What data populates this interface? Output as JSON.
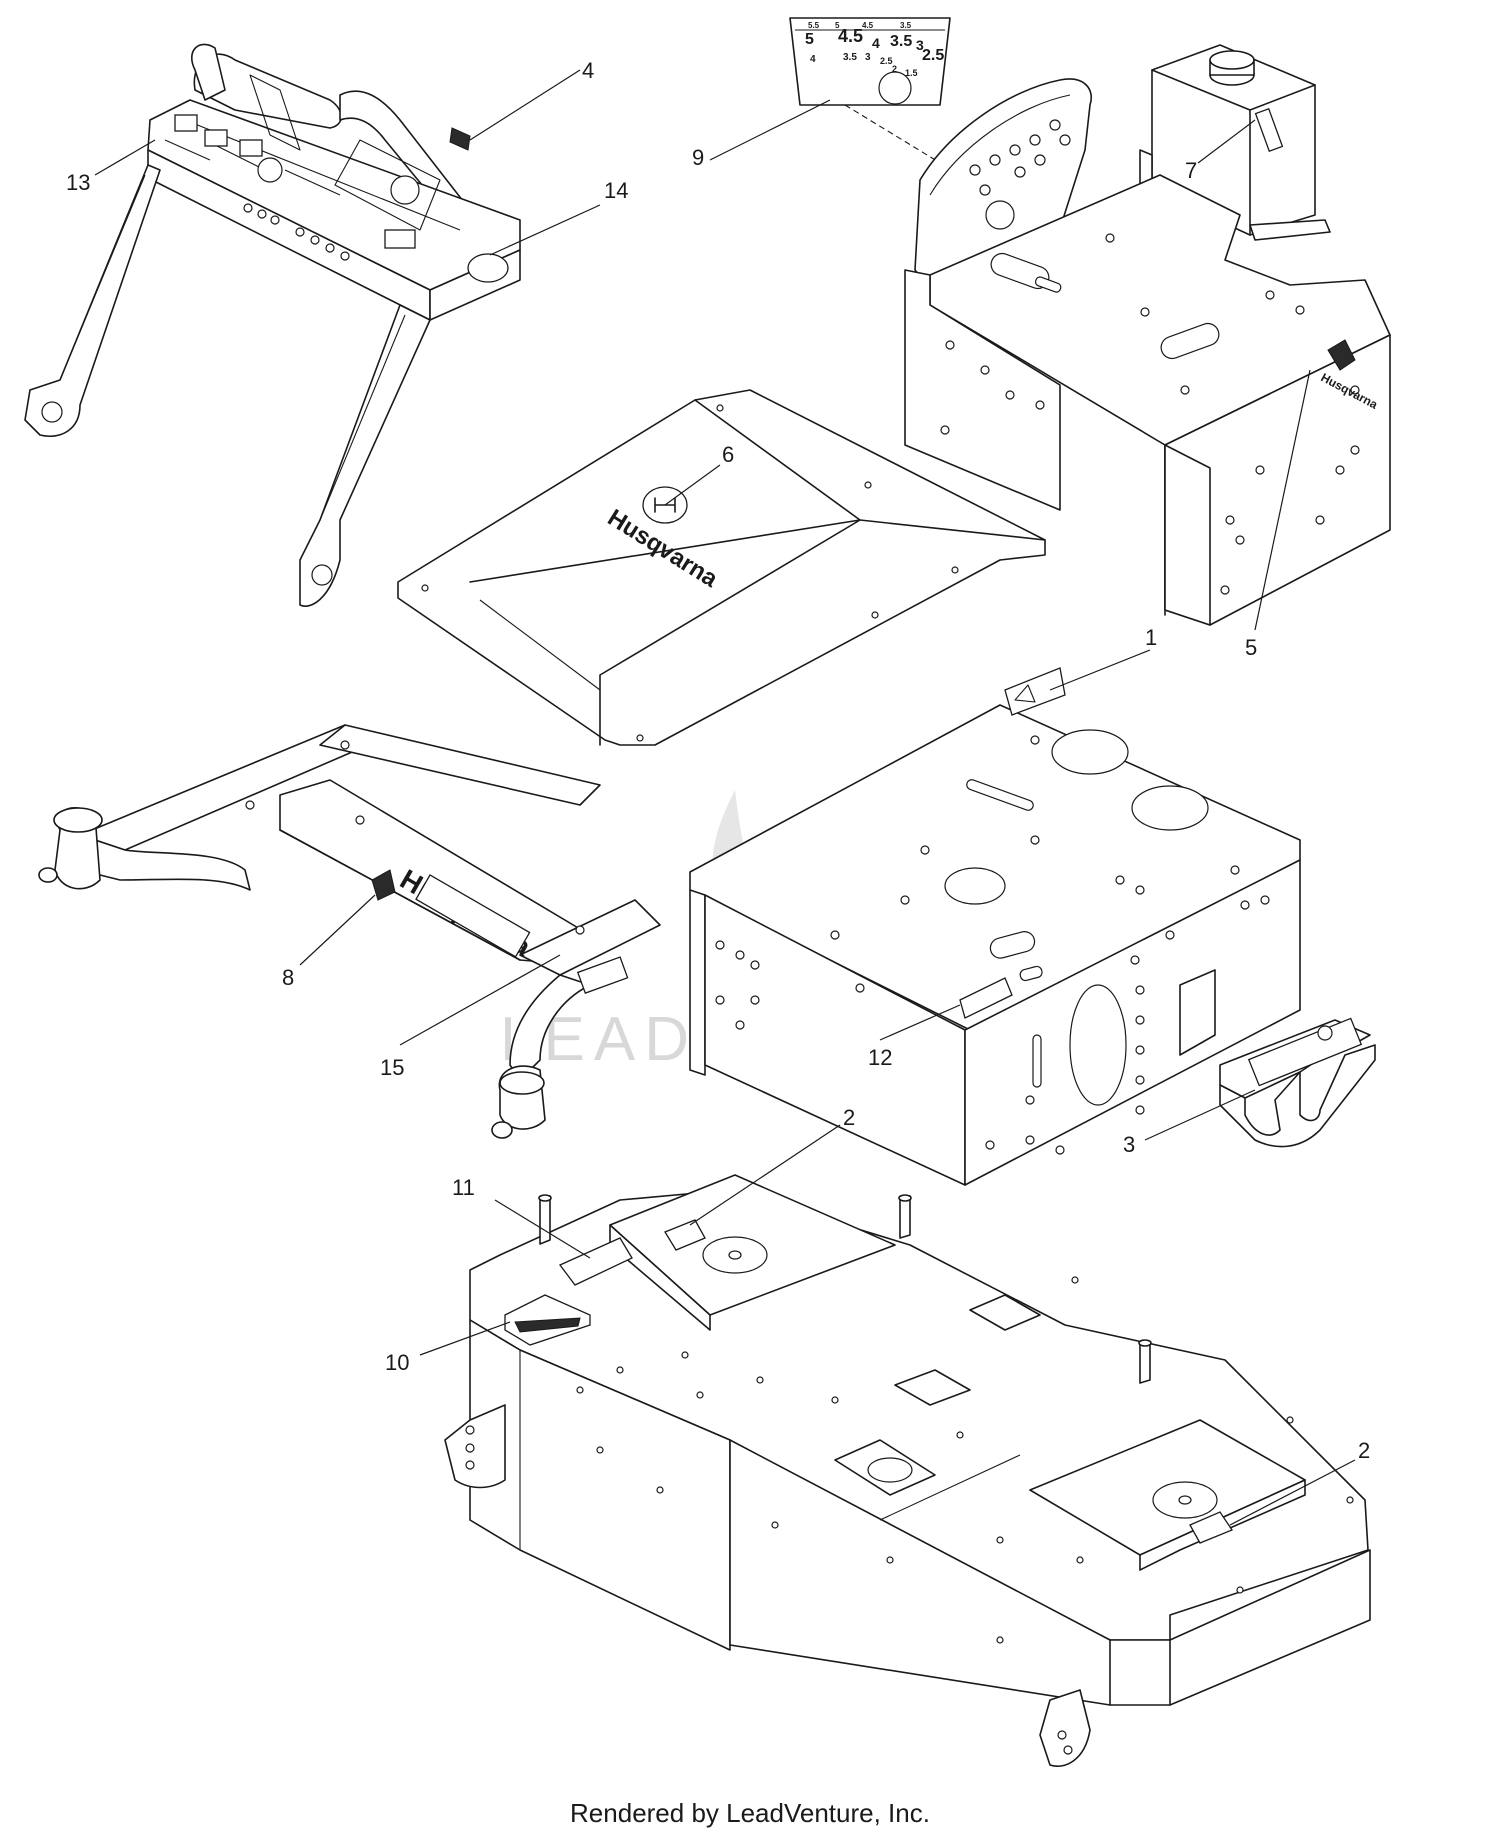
{
  "callouts": {
    "c1": "1",
    "c2a": "2",
    "c2b": "2",
    "c3": "3",
    "c4": "4",
    "c5": "5",
    "c6": "6",
    "c7": "7",
    "c8": "8",
    "c9": "9",
    "c10": "10",
    "c11": "11",
    "c12": "12",
    "c13": "13",
    "c14": "14",
    "c15": "15"
  },
  "brand": {
    "name": "Husqvarna"
  },
  "gauge_decal": {
    "labels": [
      "5",
      "4.5",
      "4",
      "3.5",
      "3",
      "2.5",
      "4",
      "3.5",
      "3",
      "2.5",
      "2",
      "1.5",
      "5.5",
      "5",
      "4.5",
      "3.5"
    ]
  },
  "watermark": {
    "text": "LEADVENTURE"
  },
  "footer": {
    "credit": "Rendered by LeadVenture, Inc."
  },
  "colors": {
    "line": "#1a1a1a",
    "background": "#ffffff",
    "watermark": "#d8d8d8"
  }
}
